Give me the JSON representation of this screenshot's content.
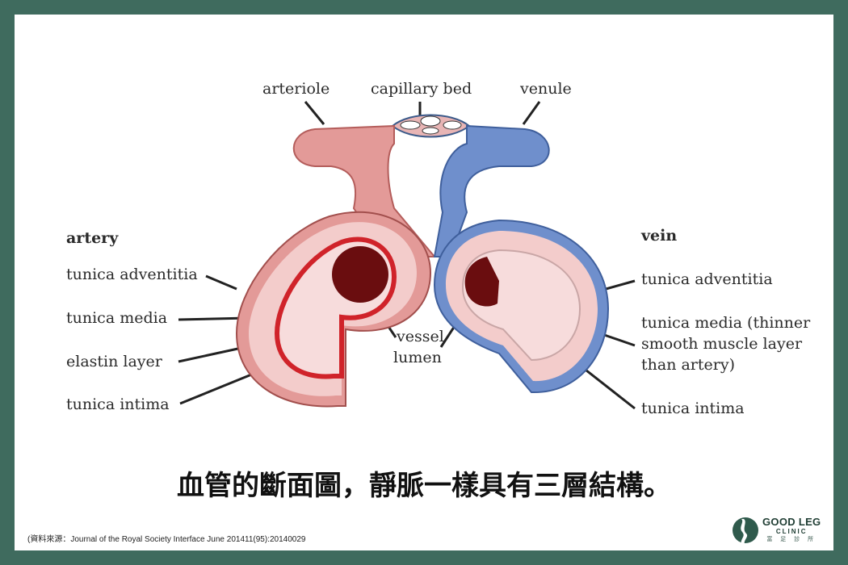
{
  "labels": {
    "arteriole": "arteriole",
    "capillary_bed": "capillary bed",
    "venule": "venule",
    "artery": "artery",
    "artery_adventitia": "tunica adventitia",
    "artery_media": "tunica media",
    "elastin": "elastin layer",
    "artery_intima": "tunica intima",
    "lumen_1": "vessel",
    "lumen_2": "lumen",
    "vein": "vein",
    "vein_adventitia": "tunica adventitia",
    "vein_media_1": "tunica media (thinner",
    "vein_media_2": "smooth muscle layer",
    "vein_media_3": "than artery)",
    "vein_intima": "tunica intima"
  },
  "caption": "血管的斷面圖，靜脈一樣具有三層結構。",
  "source": "(資料來源：Journal of the Royal Society Interface June 201411(95):20140029",
  "logo": {
    "line1": "GOOD LEG",
    "line2": "CLINIC",
    "line3": "富 足 診 所"
  },
  "colors": {
    "frame": "#3f6b5e",
    "artery": "#e39a98",
    "vein": "#6f8fcc",
    "lumen": "#6a0d0f",
    "elastin": "#d0232a"
  }
}
